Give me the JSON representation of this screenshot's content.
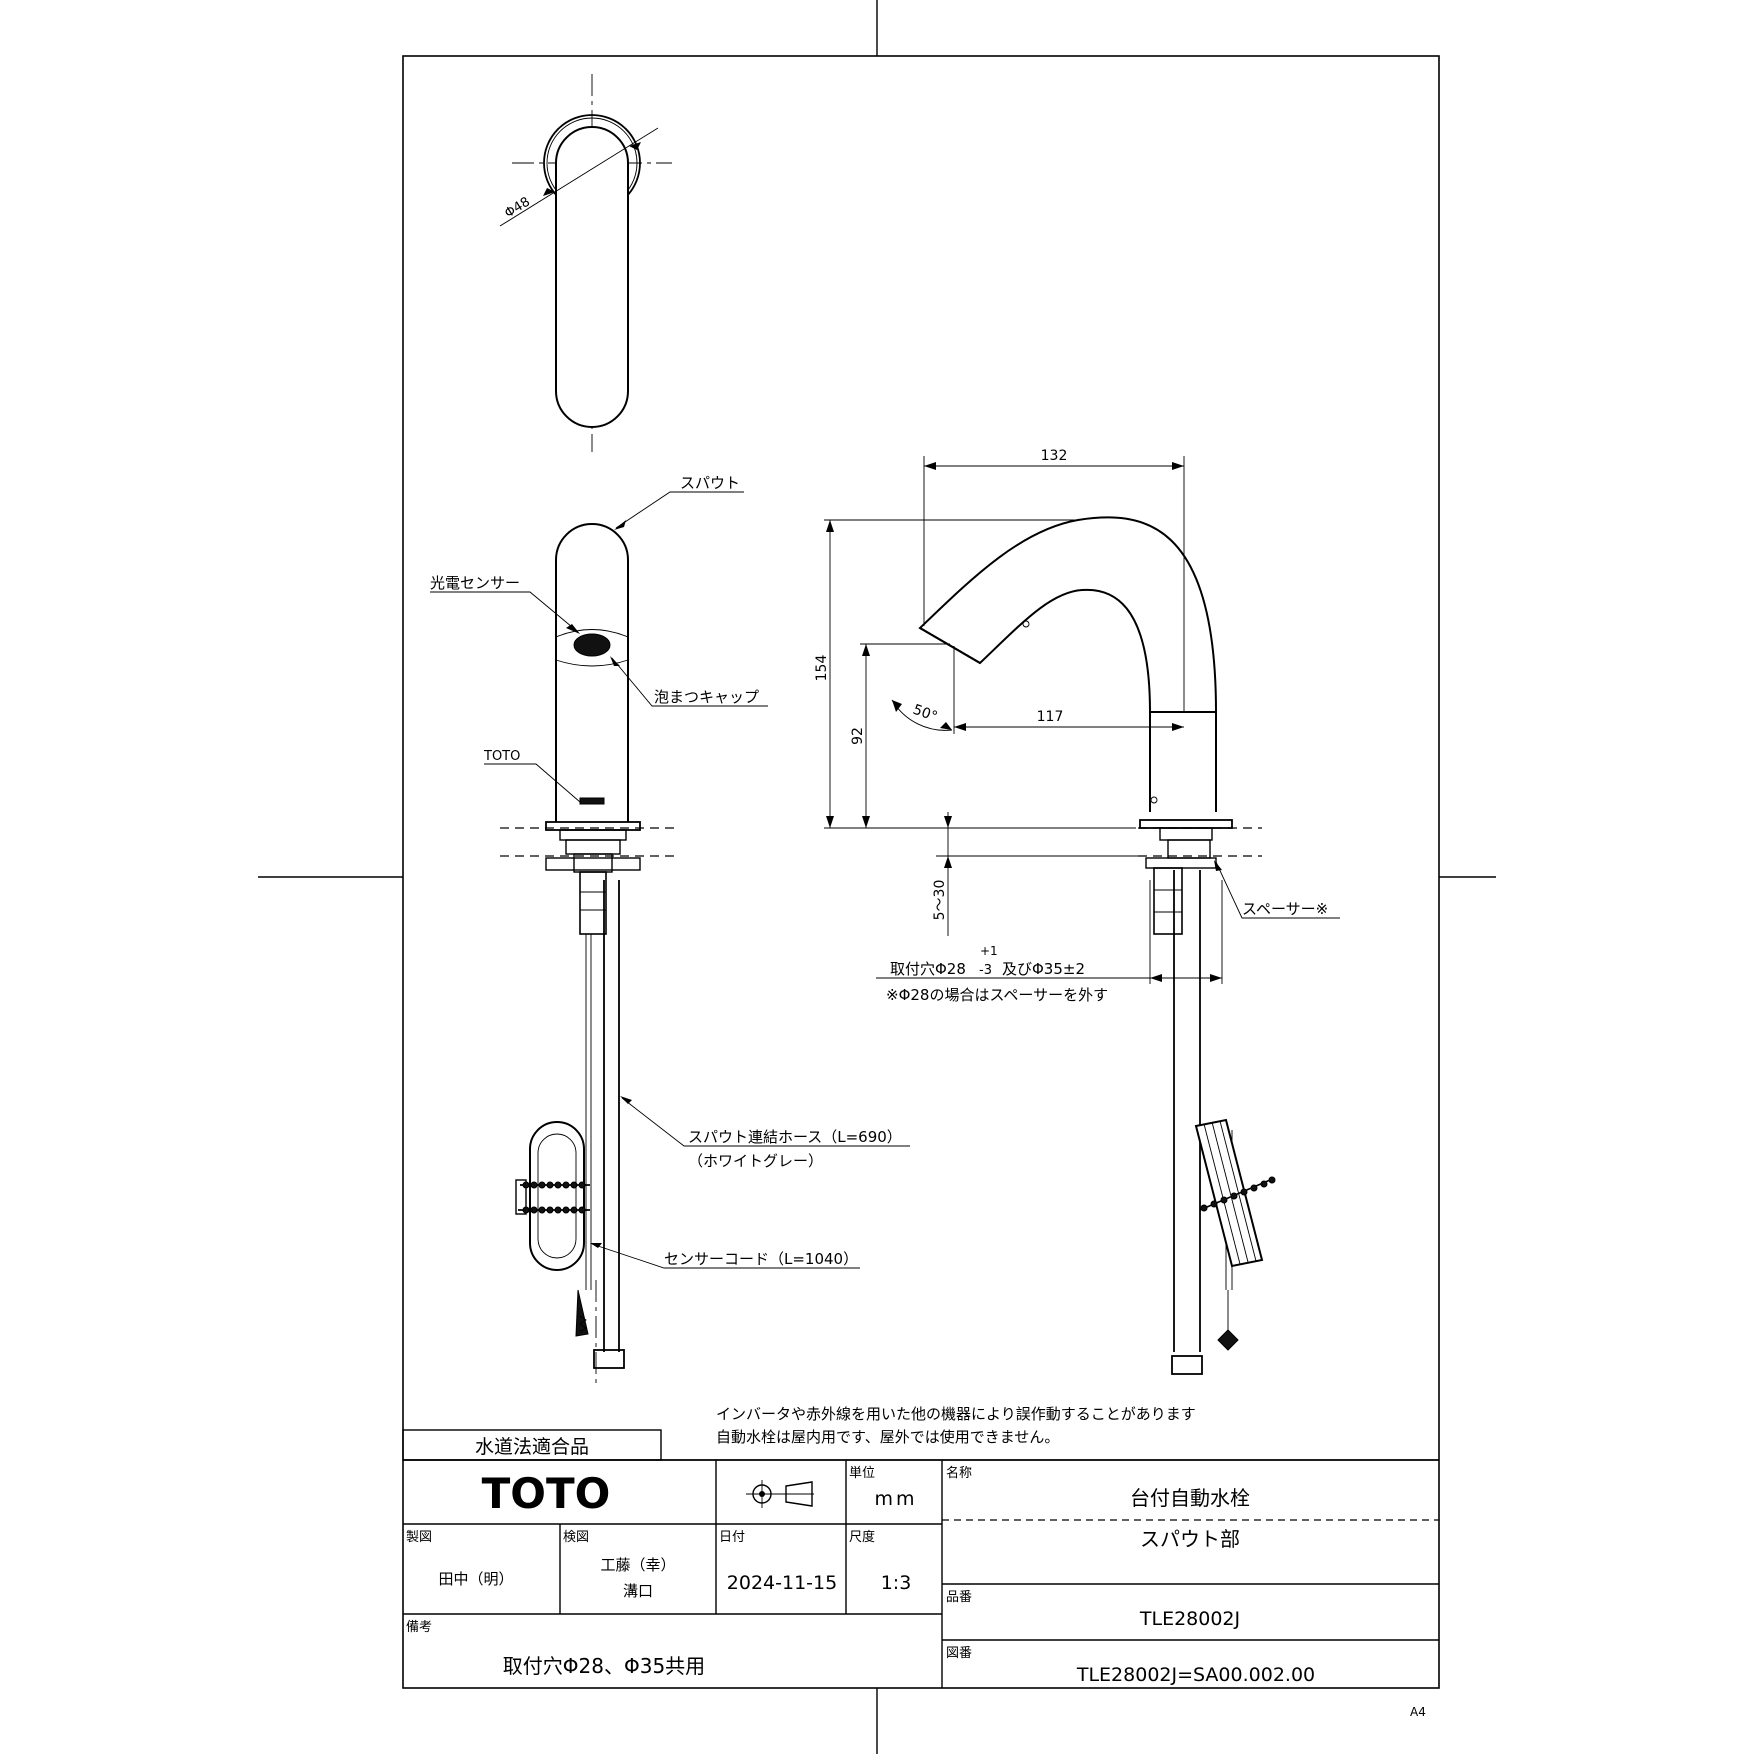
{
  "labels": {
    "spout": "スパウト",
    "sensor": "光電センサー",
    "aerator": "泡まつキャップ",
    "brand_mark": "TOTO",
    "hose_line1": "スパウト連結ホース（L=690）",
    "hose_line2": "（ホワイトグレー）",
    "cord": "センサーコード（L=1040）",
    "spacer": "スペーサー※",
    "mount_hole_prefix": "取付穴Φ28",
    "mount_hole_tol_upper": "+1",
    "mount_hole_tol_lower": "-3",
    "mount_hole_suffix": "及びΦ35±2",
    "mount_note": "※Φ28の場合はスペーサーを外す"
  },
  "dimensions": {
    "diameter": "Φ48",
    "width_total": "132",
    "height_total": "154",
    "outlet_height": "92",
    "angle": "50°",
    "reach": "117",
    "counter_thickness": "5～30"
  },
  "notes": {
    "line1": "インバータや赤外線を用いた他の機器により誤作動することがあります",
    "line2": "自動水栓は屋内用です、屋外では使用できません。"
  },
  "compliance": "水道法適合品",
  "title_block": {
    "logo": "TOTO",
    "unit_label": "単位",
    "unit_value": "mm",
    "name_label": "名称",
    "name_line1": "台付自動水栓",
    "name_line2": "スパウト部",
    "drawn_label": "製図",
    "drawn_value": "田中（明）",
    "checked_label": "検図",
    "checked_value1": "工藤（幸）",
    "checked_value2": "溝口",
    "date_label": "日付",
    "date_value": "2024-11-15",
    "scale_label": "尺度",
    "scale_value": "1:3",
    "part_no_label": "品番",
    "part_no_value": "TLE28002J",
    "remarks_label": "備考",
    "remarks_value": "取付穴Φ28、Φ35共用",
    "drawing_no_label": "図番",
    "drawing_no_value": "TLE28002J=SA00.002.00"
  },
  "paper_size": "A4"
}
